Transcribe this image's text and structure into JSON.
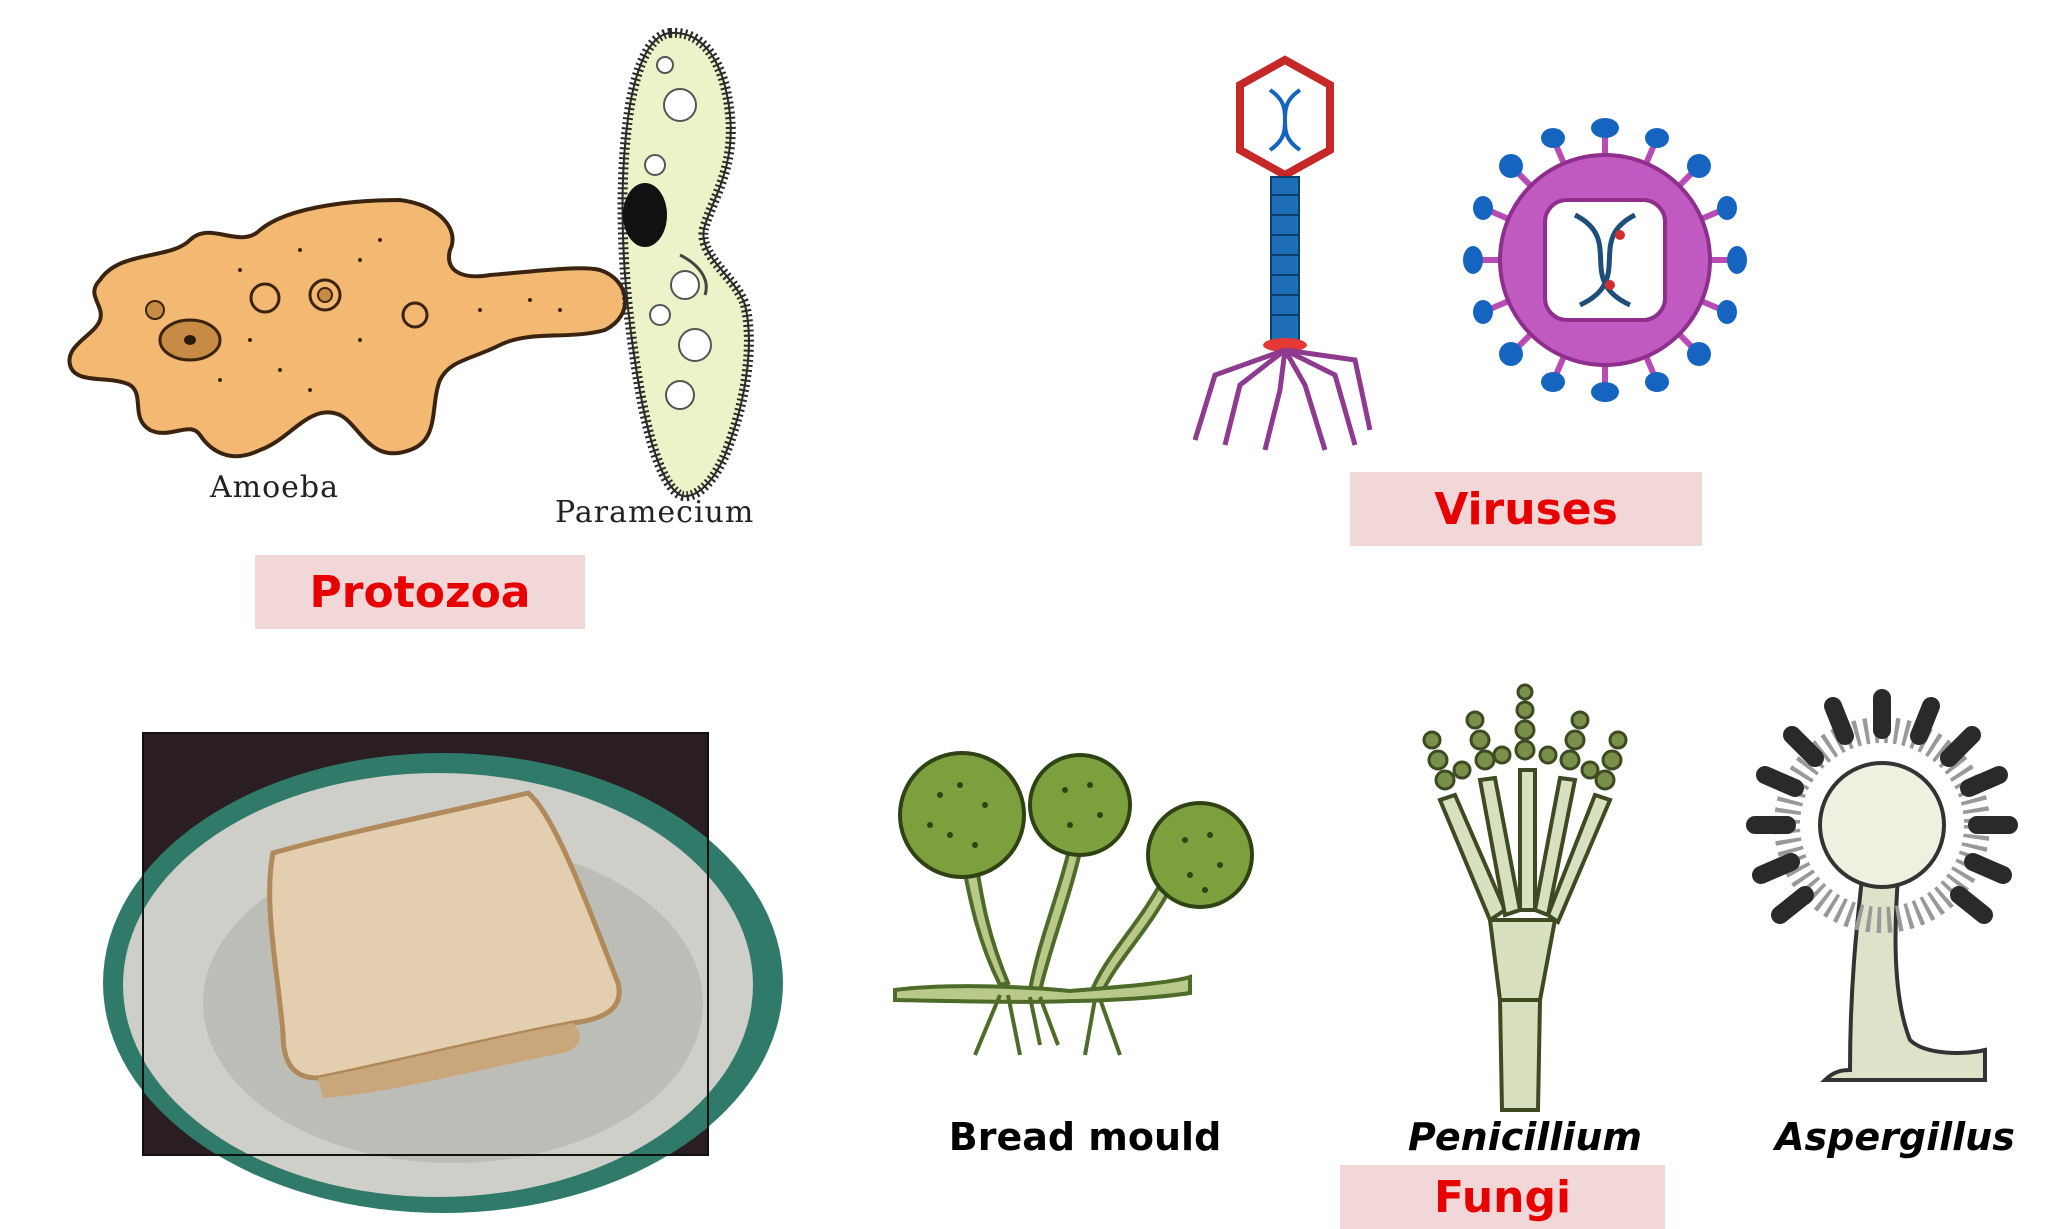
{
  "groups": {
    "protozoa": {
      "title": "Protozoa",
      "organisms": {
        "amoeba": "Amoeba",
        "paramecium": "Paramecium"
      }
    },
    "viruses": {
      "title": "Viruses"
    },
    "fungi": {
      "title": "Fungi",
      "organisms": {
        "bread_mould": "Bread mould",
        "penicillium": "Penicillium",
        "aspergillus": "Aspergillus"
      }
    }
  },
  "colors": {
    "tag_background": "#f2d7d9",
    "tag_text": "#e60000",
    "amoeba_fill": "#f3b872",
    "paramecium_fill": "#eef2c8",
    "virus_head": "#c62828",
    "virus_spike_tip": "#1565c0",
    "virus_body": "#b94bb5",
    "mould_green": "#4e6b2a",
    "penicillium_green": "#7a8f4a",
    "aspergillus_dark": "#2a2a2a"
  }
}
